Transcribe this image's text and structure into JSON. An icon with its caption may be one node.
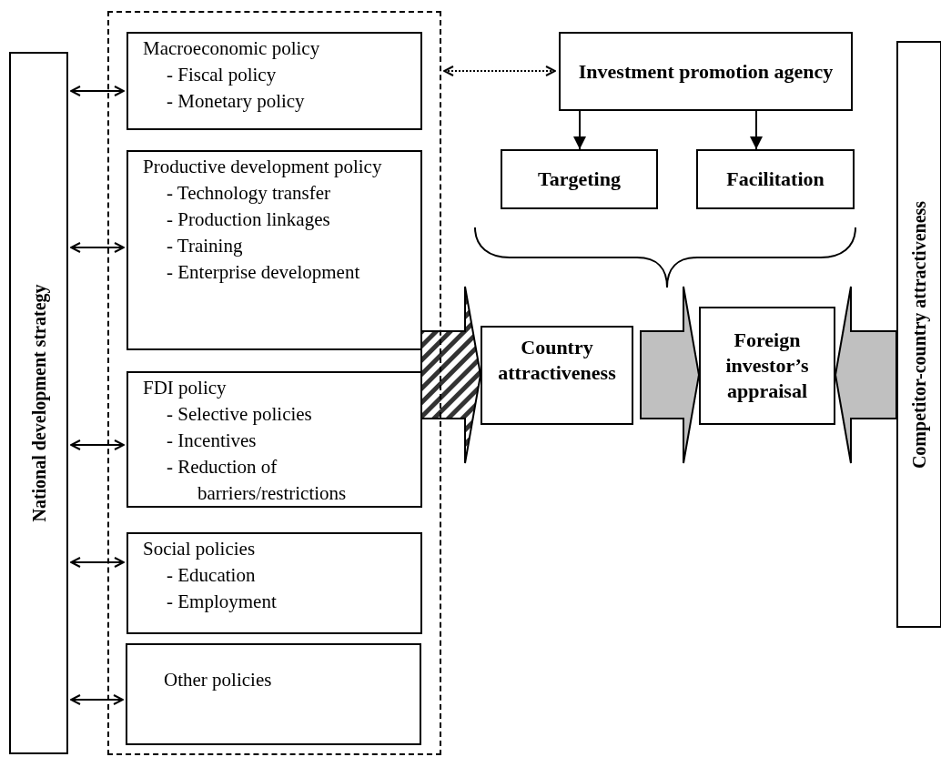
{
  "diagram": {
    "nodes": [
      {
        "text": [
          "National development strategy"
        ]
      },
      {
        "text": [],
        "shape": "box"
      },
      {
        "text": [
          "Macroeconomic policy",
          "- Fiscal policy",
          "- Monetary policy"
        ],
        "in": 1
      },
      {
        "text": [
          "Productive development policy",
          "- Technology transfer",
          "- Production linkages",
          "- Training",
          "- Enterprise development"
        ],
        "in": 1
      },
      {
        "text": [
          "FDI policy",
          "- Selective policies",
          "- Incentives",
          "- Reduction of barriers/restrictions"
        ],
        "in": 1
      },
      {
        "text": [
          "Social policies",
          "- Education",
          "- Employment"
        ],
        "in": 1
      },
      {
        "text": [
          "Other policies"
        ],
        "in": 1
      },
      {
        "text": [
          "Investment promotion agency"
        ]
      },
      {
        "text": [
          "Targeting"
        ]
      },
      {
        "text": [
          "Facilitation"
        ]
      },
      {
        "text": [
          "Country attractiveness"
        ]
      },
      {
        "text": [
          "Foreign investor’s appraisal"
        ]
      },
      {
        "text": [
          "Competitor-country attractiveness"
        ]
      }
    ],
    "edges": [
      {
        "from": 0,
        "to": 2,
        "arrow": "both"
      },
      {
        "from": 0,
        "to": 3,
        "arrow": "both"
      },
      {
        "from": 0,
        "to": 4,
        "arrow": "both"
      },
      {
        "from": 0,
        "to": 5,
        "arrow": "both"
      },
      {
        "from": 0,
        "to": 6,
        "arrow": "both"
      },
      {
        "from": 1,
        "to": 7,
        "arrow": "both",
        "style": "dashed"
      },
      {
        "from": 7,
        "to": 8,
        "arrow": "to"
      },
      {
        "from": 7,
        "to": 9,
        "arrow": "to"
      },
      {
        "from": 1,
        "to": 10,
        "arrow": "to",
        "style": "thick"
      },
      {
        "from": 10,
        "to": 11,
        "arrow": "to",
        "style": "thick",
        "color": "#c0c0c0"
      },
      {
        "from": 12,
        "to": 11,
        "arrow": "to",
        "style": "thick",
        "color": "#c0c0c0"
      }
    ]
  }
}
